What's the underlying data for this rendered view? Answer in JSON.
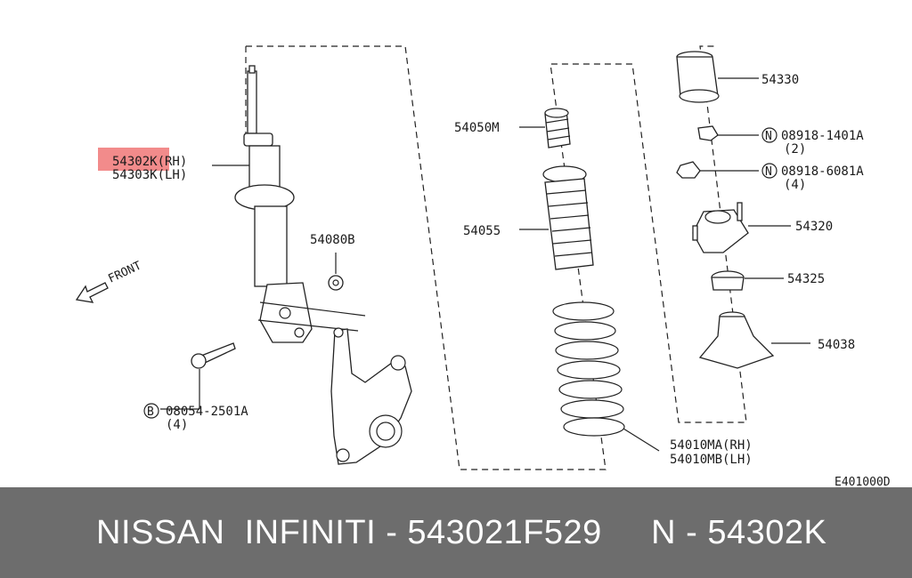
{
  "diagram": {
    "labels": {
      "strut_rh": "54302K(RH)",
      "strut_lh": "54303K(LH)",
      "bushing": "54080B",
      "front": "FRONT",
      "bolt_no": "08054-2501A",
      "bolt_qty": "(4)",
      "bolt_prefix": "B",
      "bound_bumper": "54050M",
      "boot": "54055",
      "spring_rh": "54010MA(RH)",
      "spring_lh": "54010MB(LH)",
      "cap": "54330",
      "nut1_no": "08918-1401A",
      "nut1_qty": "(2)",
      "nut2_no": "08918-6081A",
      "nut2_qty": "(4)",
      "nut_prefix": "N",
      "mount": "54320",
      "bearing": "54325",
      "seat": "54038",
      "diagram_code": "E401000D"
    },
    "highlight_color": "#f28b8b"
  },
  "footer": {
    "text": "NISSAN  INFINITI - 543021F529     N - 54302K",
    "bg_color": "#6d6d6d"
  }
}
